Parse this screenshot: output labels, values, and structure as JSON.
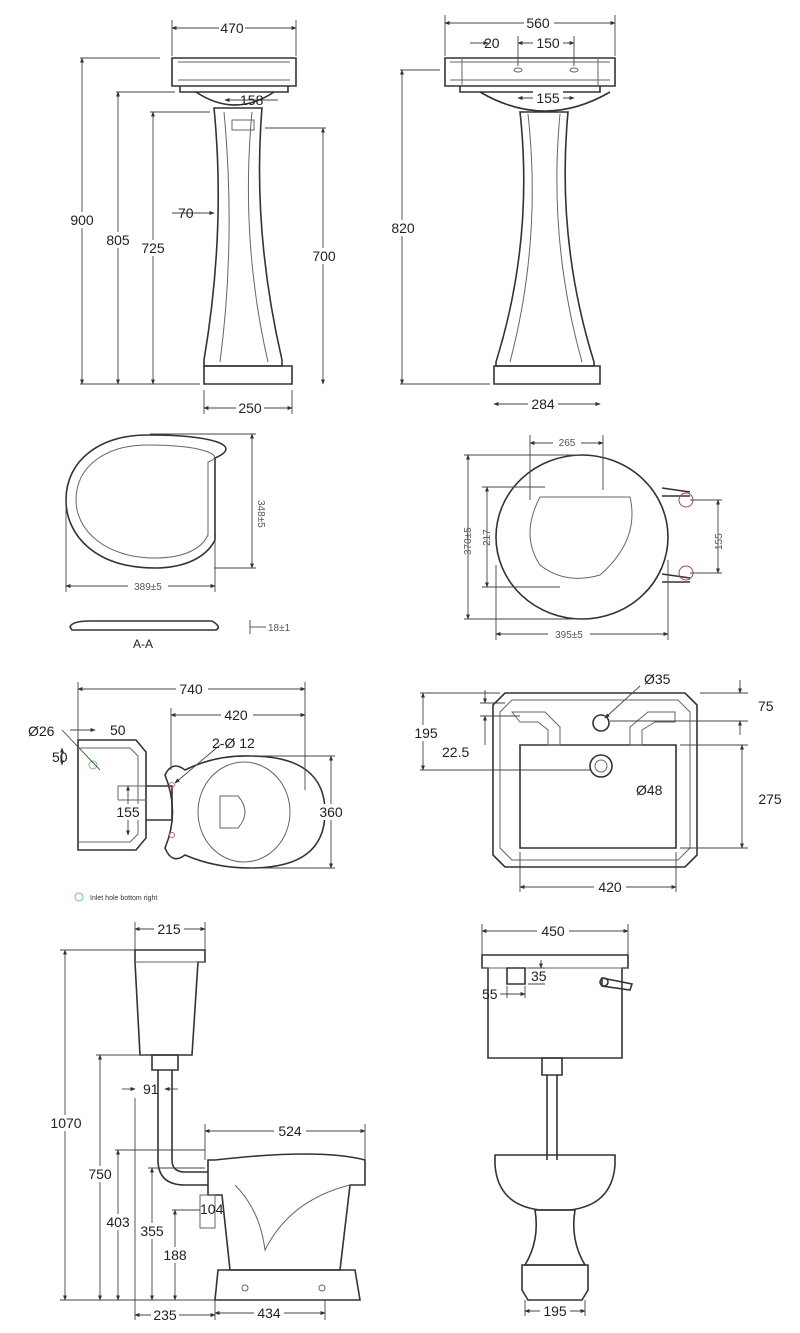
{
  "pedestal_front": {
    "width": "470",
    "bowl_outlet": "158",
    "offset": "70",
    "height_total": "900",
    "height_rim": "805",
    "height_outlet": "725",
    "pedestal_height": "700",
    "base_width": "250"
  },
  "pedestal_side": {
    "width": "560",
    "tap_offset": "20",
    "tap_spacing": "150",
    "waste_width": "155",
    "height": "820",
    "base_width": "284"
  },
  "seat_left": {
    "depth": "348±5",
    "width": "389±5",
    "thickness": "18±1",
    "section": "A-A"
  },
  "seat_right": {
    "inner_width": "265",
    "depth": "370±5",
    "inner_depth": "217",
    "hinge_spacing": "155",
    "width": "395±5"
  },
  "toilet_plan": {
    "total_length": "740",
    "pan_length": "420",
    "inlet_diameter": "Ø26",
    "inlet_x": "50",
    "inlet_y": "50",
    "fixing_holes": "2-Ø 12",
    "hinge_width": "155",
    "pan_width": "360",
    "legend": "Inlet hole bottom right"
  },
  "basin_top": {
    "tap_hole": "Ø35",
    "tap_depth": "75",
    "depth": "195",
    "offset": "22.5",
    "waste": "Ø48",
    "inner_depth": "275",
    "inner_width": "420"
  },
  "cistern_side": {
    "depth": "215",
    "pipe_offset": "91",
    "pan_length": "524",
    "height_total": "1070",
    "height_cistern": "750",
    "height_pan_outlet": "403",
    "outlet_height": "104",
    "height_rim": "355",
    "outlet_center": "188",
    "wall_offset": "235",
    "base_length": "434"
  },
  "cistern_front": {
    "width": "450",
    "button_height": "35",
    "button_offset": "55",
    "base_width": "195"
  }
}
